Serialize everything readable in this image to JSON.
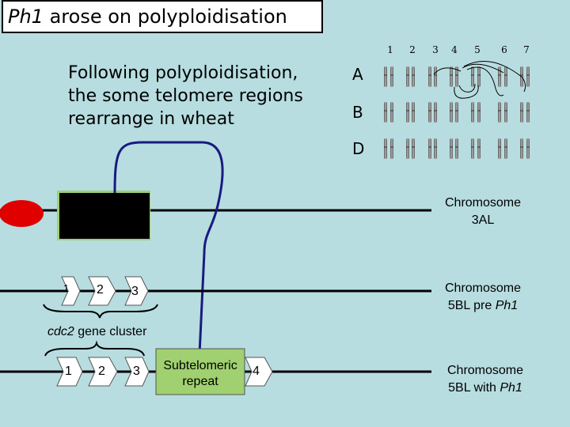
{
  "title": {
    "italic": "Ph1",
    "rest": " arose on polyploidisation"
  },
  "intro_text": [
    "Following polyploidisation,",
    "the some telomere regions",
    "rearrange in wheat"
  ],
  "genome_chromosome_numbers": [
    "1",
    "2",
    "3",
    "4",
    "5",
    "6",
    "7"
  ],
  "genomes": [
    "A",
    "B",
    "D"
  ],
  "chromosome_3AL": {
    "line1": "Chromosome",
    "line2": "3AL"
  },
  "chromosome_5BL_pre": {
    "line1": "Chromosome",
    "line2_prefix": "5BL pre ",
    "line2_italic": "Ph1"
  },
  "chromosome_5BL_with": {
    "line1": "Chromosome",
    "line2_prefix": "5BL with ",
    "line2_italic": "Ph1"
  },
  "cluster_label": {
    "italic": "cdc2",
    "rest": " gene cluster"
  },
  "row_pre": [
    "1",
    "2",
    "3"
  ],
  "row_with": [
    "1",
    "2",
    "3"
  ],
  "subtelomeric": {
    "line1": "Subtelomeric",
    "line2": "repeat"
  },
  "gene4": "4",
  "colors": {
    "background": "#b7dde0",
    "red_oval": "#e00000",
    "green_box": "#a0d070",
    "link_line": "#1a1a80"
  }
}
